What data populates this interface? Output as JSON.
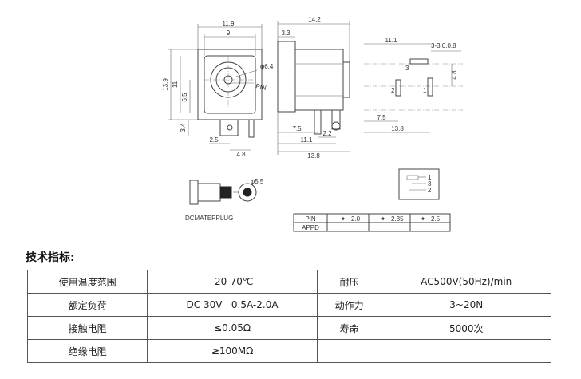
{
  "drawing": {
    "front_dims": [
      "11.9",
      "9",
      "13.9",
      "11",
      "6.5",
      "3.4",
      "2.5",
      "4.8",
      "φ6.4",
      "PIN"
    ],
    "side_dims": [
      "14.2",
      "3.3",
      "7.5",
      "2.2",
      "11.1",
      "13.8"
    ],
    "footprint_dims": [
      "11.1",
      "3-3.0.0.8",
      "3",
      "4.8",
      "2",
      "1",
      "7.5",
      "13.8"
    ],
    "plug_dim": "φ5.5",
    "plug_label": "DCMATEPPLUG",
    "schematic_pins": [
      "1",
      "3",
      "2"
    ],
    "pin_table": {
      "row_labels": [
        "PIN",
        "APPD"
      ],
      "values": [
        "2.0",
        "2.35",
        "2.5"
      ]
    }
  },
  "spec": {
    "heading": "技术指标:",
    "rows": [
      [
        "使用温度范围",
        "-20-70℃",
        "耐压",
        "AC500V(50Hz)/min"
      ],
      [
        "额定负荷",
        "DC 30V   0.5A-2.0A",
        "动作力",
        "3~20N"
      ],
      [
        "接触电阻",
        "≤0.05Ω",
        "寿命",
        "5000次"
      ],
      [
        "绝缘电阻",
        "≥100MΩ",
        "",
        ""
      ]
    ]
  }
}
